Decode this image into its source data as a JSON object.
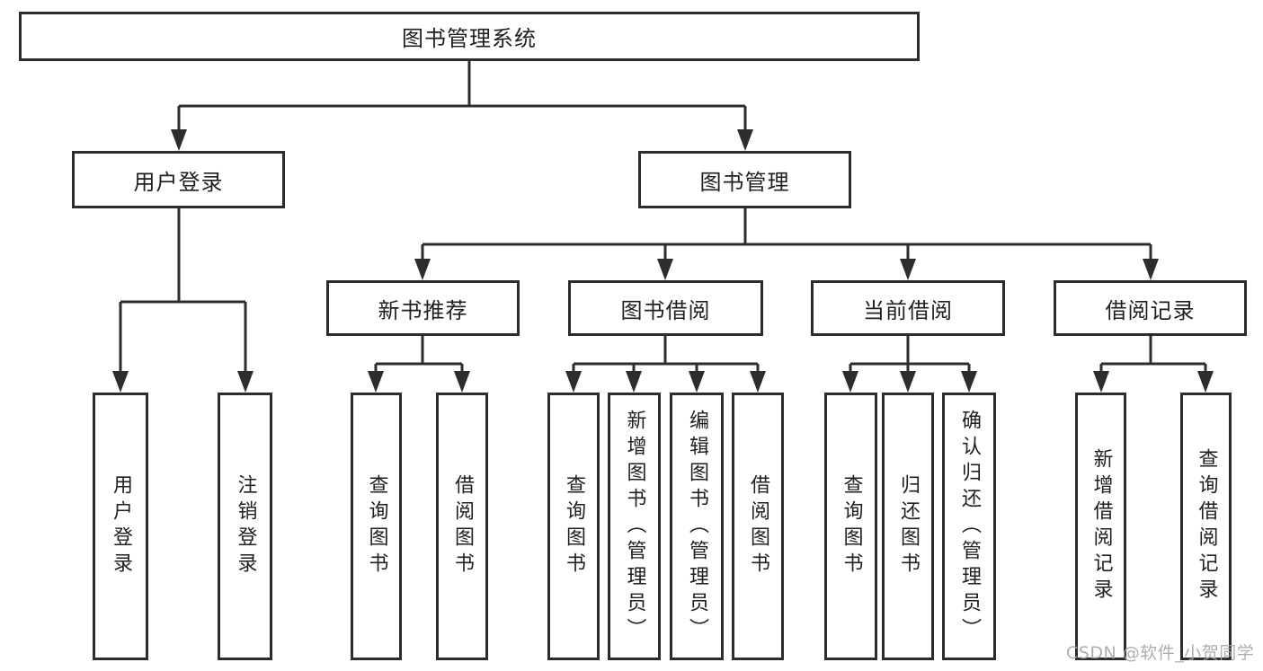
{
  "diagram": {
    "root": {
      "label": "图书管理系统"
    },
    "level2": [
      {
        "label": "用户登录"
      },
      {
        "label": "图书管理"
      }
    ],
    "level3": [
      {
        "label": "新书推荐"
      },
      {
        "label": "图书借阅"
      },
      {
        "label": "当前借阅"
      },
      {
        "label": "借阅记录"
      }
    ],
    "leaves": {
      "user_login": [
        {
          "label": "用户登录"
        },
        {
          "label": "注销登录"
        }
      ],
      "new_book_rec": [
        {
          "label": "查询图书"
        },
        {
          "label": "借阅图书"
        }
      ],
      "book_borrow": [
        {
          "label": "查询图书"
        },
        {
          "label": "新增图书（管理员）"
        },
        {
          "label": "编辑图书（管理员）"
        },
        {
          "label": "借阅图书"
        }
      ],
      "current_borrow": [
        {
          "label": "查询图书"
        },
        {
          "label": "归还图书"
        },
        {
          "label": "确认归还（管理员）"
        }
      ],
      "borrow_records": [
        {
          "label": "新增借阅记录"
        },
        {
          "label": "查询借阅记录"
        }
      ]
    }
  },
  "watermark": {
    "text": "CSDN @软件_小贺同学"
  },
  "colors": {
    "line": "#2d2d2d",
    "text": "#1f1f1f",
    "box_background": "#ffffff",
    "watermark": "#a8a8a8"
  }
}
